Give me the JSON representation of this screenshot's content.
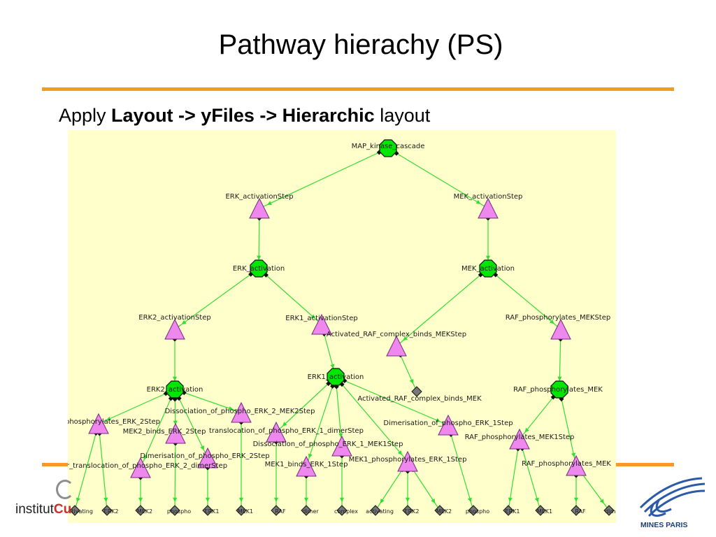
{
  "slide": {
    "title": "Pathway hierachy (PS)",
    "subtitle_parts": [
      "Apply ",
      "Layout -> yFiles -> Hierarchic",
      " layout"
    ]
  },
  "footer": {
    "institut_prefix": "institut",
    "institut_suffix": "Cu",
    "partner": "MINES PARIS"
  },
  "colors": {
    "accent_orange": "#f59a23",
    "panel_bg": "#ffffcc",
    "edge_green": "#33dd33",
    "octagon_green": "#00e600",
    "triangle_pink": "#ee88ee",
    "diamond_gray": "#777777"
  },
  "diagram": {
    "nodes": [
      {
        "id": "MAP_kinase_cascade",
        "shape": "octagon",
        "label": "MAP_kinase_cascade"
      },
      {
        "id": "ERK_activationStep",
        "shape": "triangle",
        "label": "ERK_activationStep"
      },
      {
        "id": "MEK_activationStep",
        "shape": "triangle",
        "label": "MEK_activationStep"
      },
      {
        "id": "ERK_activation",
        "shape": "octagon",
        "label": "ERK_activation"
      },
      {
        "id": "MEK_activation",
        "shape": "octagon",
        "label": "MEK_activation"
      },
      {
        "id": "ERK2_activationStep",
        "shape": "triangle",
        "label": "ERK2_activationStep"
      },
      {
        "id": "ERK1_activationStep",
        "shape": "triangle",
        "label": "ERK1_activationStep"
      },
      {
        "id": "Activated_RAF_complex_binds_MEKStep",
        "shape": "triangle",
        "label": "Activated_RAF_complex_binds_MEKStep"
      },
      {
        "id": "RAF_phosphorylates_MEKStep",
        "shape": "triangle",
        "label": "RAF_phosphorylates_MEKStep"
      },
      {
        "id": "ERK2_activation",
        "shape": "octagon",
        "label": "ERK2_activation"
      },
      {
        "id": "ERK1_activation",
        "shape": "octagon",
        "label": "ERK1_activation"
      },
      {
        "id": "Activated_RAF_complex_binds_MEK",
        "shape": "diamond",
        "label": "Activated_RAF_complex_binds_MEK"
      },
      {
        "id": "RAF_phosphorylates_MEK",
        "shape": "octagon",
        "label": "RAF_phosphorylates_MEK"
      },
      {
        "id": "phosphorylates_ERK_2Step",
        "shape": "triangle",
        "label": "phosphorylates_ERK_2Step"
      },
      {
        "id": "MEK2_binds_ERK_2Step",
        "shape": "triangle",
        "label": "MEK2_binds_ERK_2Step"
      },
      {
        "id": "Dissociation_of_phospho_ERK_2_MEK2Step",
        "shape": "triangle",
        "label": "Dissociation_of_phospho_ERK_2_MEK2Step"
      },
      {
        "id": "translocation_of_phospho_ERK_1_dimerStep",
        "shape": "triangle",
        "label": "translocation_of_phospho_ERK_1_dimerStep"
      },
      {
        "id": "Dissociation_of_phospho_ERK_1_MEK1Step",
        "shape": "triangle",
        "label": "Dissociation_of_phospho_ERK_1_MEK1Step"
      },
      {
        "id": "Dimerisation_of_phospho_ERK_1Step",
        "shape": "triangle",
        "label": "Dimerisation_of_phospho_ERK_1Step"
      },
      {
        "id": "RAF_phosphorylates_MEK1Step",
        "shape": "triangle",
        "label": "RAF_phosphorylates_MEK1Step"
      },
      {
        "id": "Dimerisation_of_phospho_ERK_2Step",
        "shape": "triangle",
        "label": "Dimerisation_of_phospho_ERK_2Step"
      },
      {
        "id": "translocation_of_phospho_ERK_2_dimerStep",
        "shape": "triangle",
        "label": "r_translocation_of_phospho_ERK_2_dimerStep"
      },
      {
        "id": "MEK1_binds_ERK_1Step",
        "shape": "triangle",
        "label": "MEK1_binds_ERK_1Step"
      },
      {
        "id": "MEK1_phosphorylates_ERK_1Step",
        "shape": "triangle",
        "label": "MEK1_phosphorylates_ERK_1Step"
      },
      {
        "id": "RAF_phosphorylates_MEK2",
        "shape": "triangle",
        "label": "RAF_phosphorylates_MEK"
      }
    ],
    "leaf_label_fragments": [
      "activating",
      "ERK2",
      "MEK2",
      "phospho",
      "ERK1",
      "MEK1",
      "RAF",
      "dimer",
      "complex"
    ]
  }
}
